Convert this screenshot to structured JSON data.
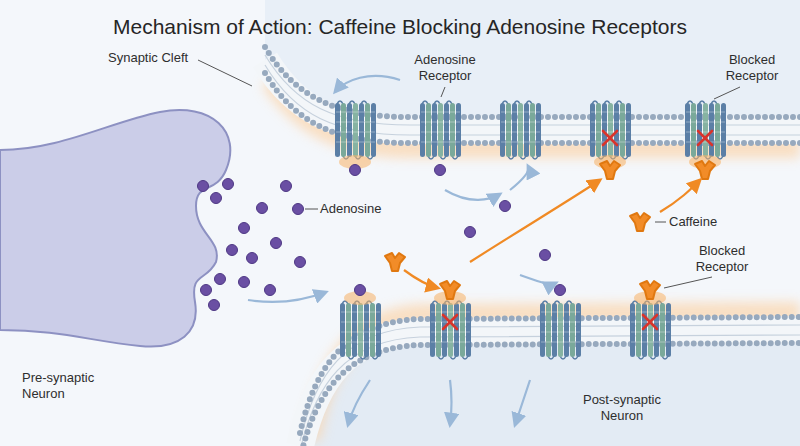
{
  "diagram": {
    "title": "Mechanism of Action: Caffeine Blocking Adenosine Receptors",
    "labels": [
      "Synaptic Cleft",
      "Adenosine Receptor",
      "Blocked Receptor",
      "Adenosine",
      "Caffeine",
      "Blocked Receptor",
      "Pre-synaptic Neuron",
      "Post-synaptic Neuron"
    ]
  }
}
